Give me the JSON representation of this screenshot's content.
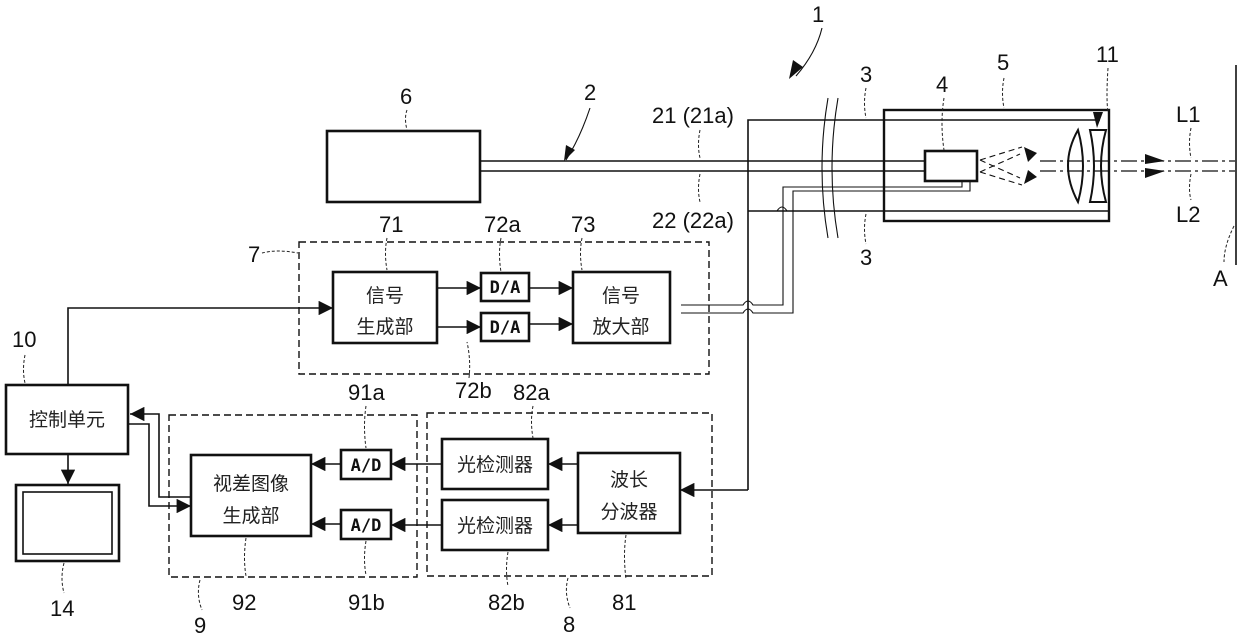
{
  "figure": {
    "type": "patent block diagram",
    "reference_labels": {
      "system": "1",
      "fiber_bundle": "2",
      "cable_3_top": "3",
      "cable_3_bottom": "3",
      "probe_element": "4",
      "housing": "5",
      "light_source": "6",
      "drive_unit": "7",
      "detection_unit": "8",
      "image_unit": "9",
      "control_label": "10",
      "lens": "11",
      "display": "14",
      "fiber_21": "21 (21a)",
      "fiber_22": "22 (22a)",
      "signal_gen_num": "71",
      "dac_a_num": "72a",
      "dac_b_num": "72b",
      "amp_num": "73",
      "splitter_num": "81",
      "pd_a_num": "82a",
      "pd_b_num": "82b",
      "adc_a_num": "91a",
      "adc_b_num": "91b",
      "parallax_num": "92",
      "beam_l1": "L1",
      "beam_l2": "L2",
      "target": "A"
    },
    "blocks": {
      "signal_generator": [
        "信号",
        "生成部"
      ],
      "dac": "D/A",
      "signal_amplifier": [
        "信号",
        "放大部"
      ],
      "control_unit": "控制单元",
      "parallax_image": [
        "视差图像",
        "生成部"
      ],
      "adc": "A/D",
      "photodetector": "光检测器",
      "wavelength_splitter": [
        "波长",
        "分波器"
      ]
    }
  }
}
